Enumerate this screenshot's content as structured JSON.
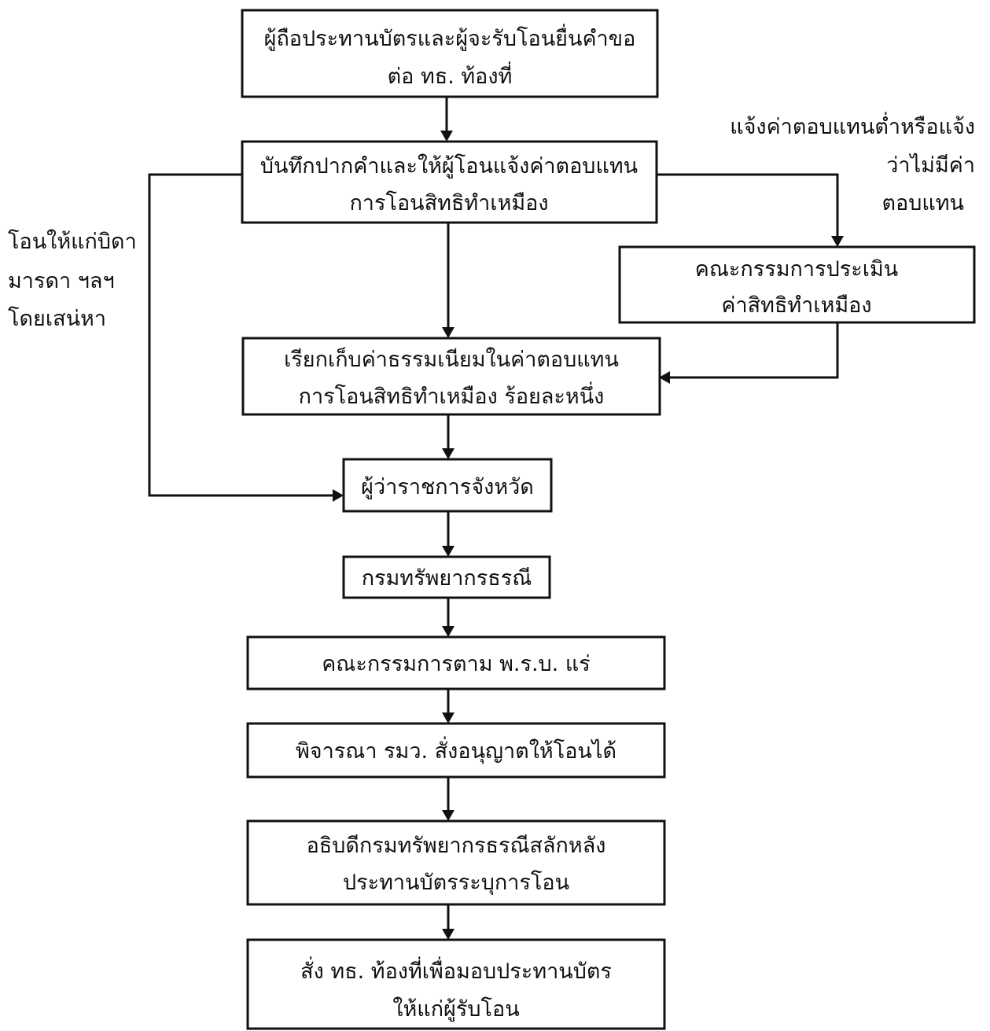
{
  "nodes": {
    "applicant_request": [
      "ผู้ถือประทานบัตรและผู้จะรับโอนยื่นคำขอ",
      "ต่อ ทธ. ท้องที่"
    ],
    "record_statement": [
      "บันทึกปากคำและให้ผู้โอนแจ้งค่าตอบแทน",
      "การโอนสิทธิทำเหมือง"
    ],
    "assessment_committee": [
      "คณะกรรมการประเมิน",
      "ค่าสิทธิทำเหมือง"
    ],
    "collect_fee": [
      "เรียกเก็บค่าธรรมเนียมในค่าตอบแทน",
      "การโอนสิทธิทำเหมือง ร้อยละหนึ่ง"
    ],
    "provincial_governor": [
      "ผู้ว่าราชการจังหวัด"
    ],
    "mineral_department": [
      "กรมทรัพยากรธรณี"
    ],
    "act_committee": [
      "คณะกรรมการตาม พ.ร.บ. แร่"
    ],
    "minister_consider": [
      "พิจารณา รมว. สั่งอนุญาตให้โอนได้"
    ],
    "director_endorse": [
      "อธิบดีกรมทรัพยากรธรณีสลักหลัง",
      "ประทานบัตรระบุการโอน"
    ],
    "deliver_license": [
      "สั่ง ทธ. ท้องที่เพื่อมอบประทานบัตร",
      "ให้แก่ผู้รับโอน"
    ]
  },
  "edge_labels": {
    "notify_compensation": [
      "แจ้งค่าตอบแทนต่ำหรือแจ้ง",
      "ว่าไม่มีค่า",
      "ตอบแทน"
    ],
    "transfer_to_family": [
      "โอนให้แก่บิดา",
      "มารดา ฯลฯ",
      "โดยเสน่หา"
    ]
  }
}
